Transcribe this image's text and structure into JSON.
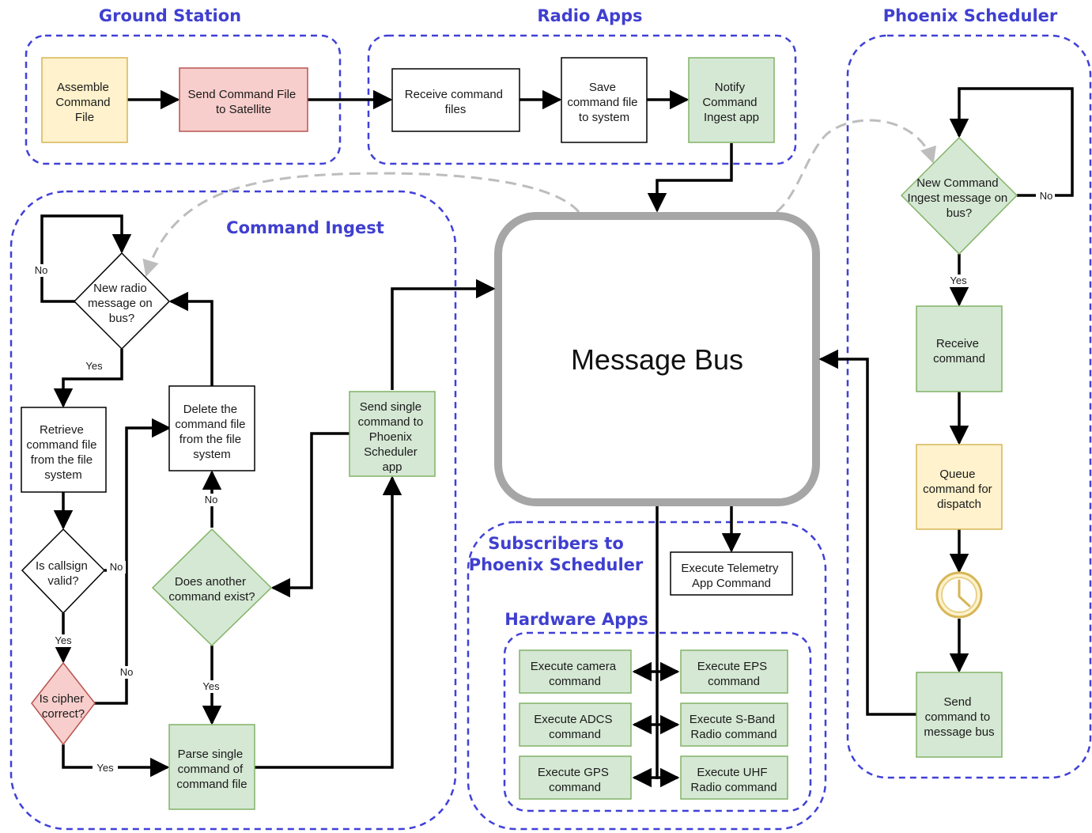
{
  "colors": {
    "group_border": "#4040d8",
    "group_title": "#3f3fd0",
    "green_fill": "#d5e8d4",
    "green_stroke": "#82b366",
    "yellow_fill": "#fff2cc",
    "yellow_stroke": "#d6b656",
    "red_fill": "#f8cecc",
    "red_stroke": "#b85450",
    "white_fill": "#ffffff",
    "black_stroke": "#000000",
    "bus_stroke": "#a6a6a6",
    "dashed_arrow": "#bdbdbd"
  },
  "groups": {
    "ground_station": "Ground Station",
    "radio_apps": "Radio Apps",
    "phoenix_scheduler": "Phoenix Scheduler",
    "command_ingest": "Command Ingest",
    "subscribers": [
      "Subscribers to",
      "Phoenix Scheduler"
    ],
    "hardware_apps": "Hardware Apps"
  },
  "message_bus": "Message Bus",
  "nodes": {
    "assemble": [
      "Assemble",
      "Command",
      "File"
    ],
    "send_file": [
      "Send Command File",
      "to Satellite"
    ],
    "receive_files": [
      "Receive command",
      "files"
    ],
    "save_file": [
      "Save",
      "command file",
      "to system"
    ],
    "notify_ingest": [
      "Notify",
      "Command",
      "Ingest app"
    ],
    "new_ingest_msg": [
      "New Command",
      "Ingest message on",
      "bus?"
    ],
    "receive_command": [
      "Receive",
      "command"
    ],
    "queue_command": [
      "Queue",
      "command for",
      "dispatch"
    ],
    "clock": "clock-icon",
    "send_to_bus": [
      "Send",
      "command to",
      "message bus"
    ],
    "new_radio_msg": [
      "New radio",
      "message on",
      "bus?"
    ],
    "retrieve_file": [
      "Retrieve",
      "command file",
      "from the file",
      "system"
    ],
    "callsign_valid": [
      "Is callsign",
      "valid?"
    ],
    "cipher_correct": [
      "Is cipher",
      "correct?"
    ],
    "delete_file": [
      "Delete the",
      "command file",
      "from the file",
      "system"
    ],
    "another_command": [
      "Does another",
      "command exist?"
    ],
    "parse_single": [
      "Parse single",
      "command of",
      "command file"
    ],
    "send_single": [
      "Send single",
      "command to",
      "Phoenix",
      "Scheduler",
      "app"
    ],
    "telemetry": [
      "Execute Telemetry",
      "App Command"
    ],
    "camera": [
      "Execute camera",
      "command"
    ],
    "eps": [
      "Execute EPS",
      "command"
    ],
    "adcs": [
      "Execute ADCS",
      "command"
    ],
    "sband": [
      "Execute S-Band",
      "Radio command"
    ],
    "gps": [
      "Execute GPS",
      "command"
    ],
    "uhf": [
      "Execute UHF",
      "Radio command"
    ]
  },
  "edge_labels": {
    "radio_no": "No",
    "radio_yes": "Yes",
    "callsign_no": "No",
    "callsign_yes": "Yes",
    "cipher_no": "No",
    "cipher_yes": "Yes",
    "another_no": "No",
    "another_yes": "Yes",
    "ingest_no": "No",
    "ingest_yes": "Yes"
  }
}
